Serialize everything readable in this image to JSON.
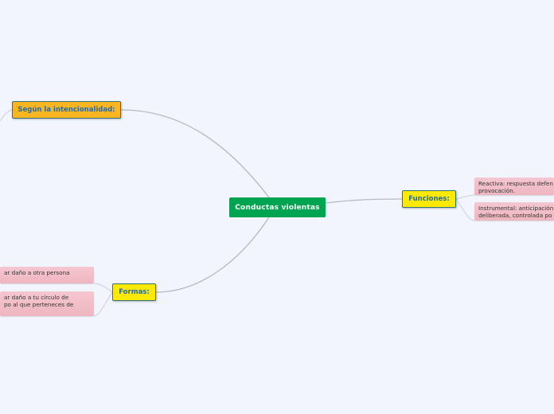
{
  "central": "Conductas violentas",
  "branches": {
    "intencionalidad": {
      "label": "Según la intencionalidad:",
      "color": "#fbb521"
    },
    "formas": {
      "label": "Formas:",
      "color": "#ffea00",
      "items": [
        {
          "lines": [
            "ar daño a otra persona"
          ]
        },
        {
          "lines": [
            "ar daño a tu círculo de",
            "po al que perteneces de"
          ]
        }
      ]
    },
    "funciones": {
      "label": "Funciones:",
      "color": "#ffea00",
      "items": [
        {
          "lines": [
            "Reactiva: respuesta defen",
            "provocación."
          ]
        },
        {
          "lines": [
            "Instrumental: anticipación",
            "deliberada, controlada po"
          ]
        }
      ]
    }
  },
  "colors": {
    "central": "#00a34f",
    "leaf": "#f2c0ca",
    "link": "#b3b9c8",
    "background": "#f2f5fd"
  }
}
